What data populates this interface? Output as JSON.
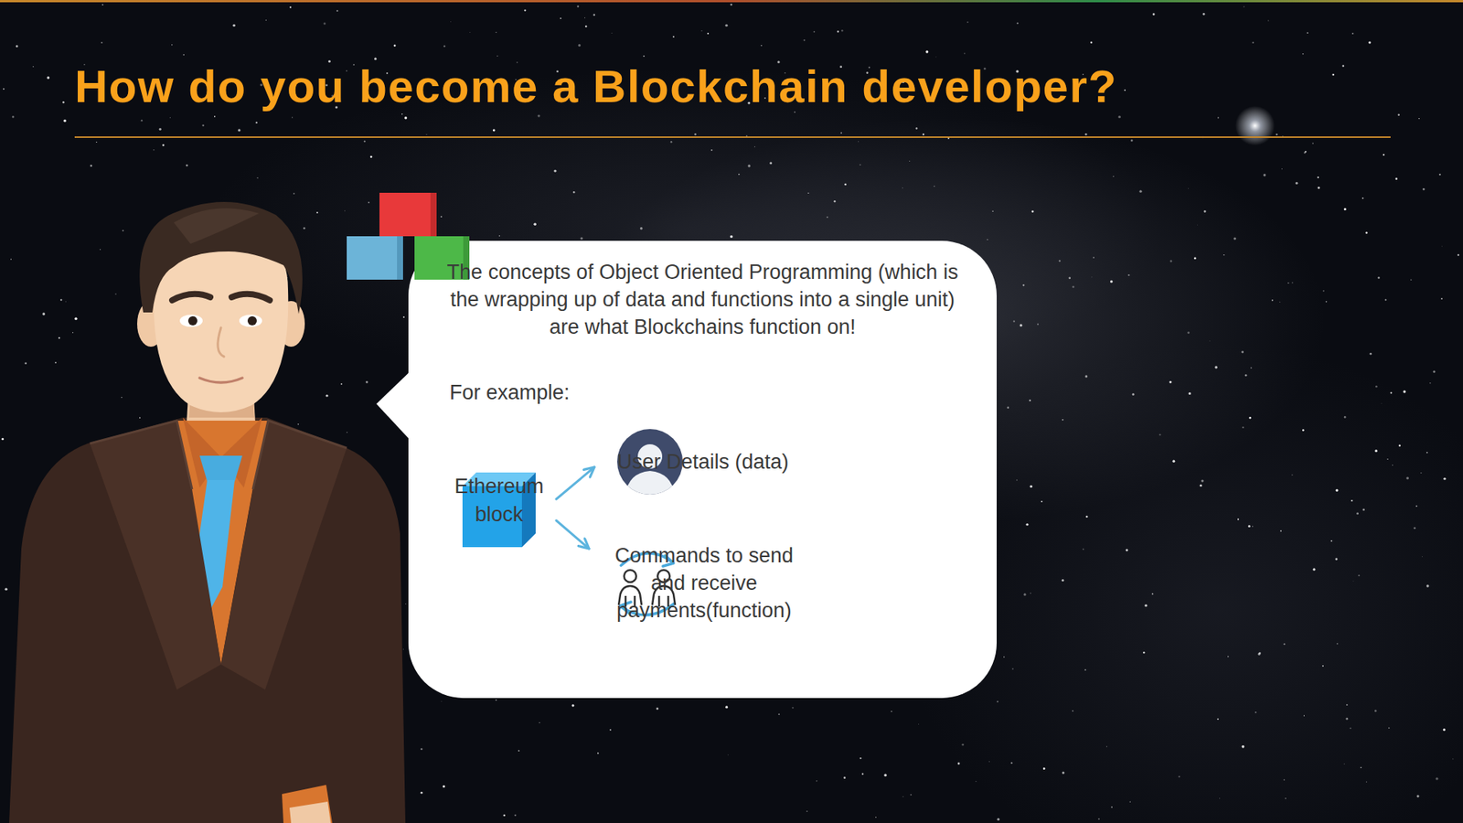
{
  "diagram": {
    "title": "How do you become a Blockchain developer?",
    "nodes": [
      {
        "text": [
          "The concepts of Object Oriented Programming (which is the wrapping up of data and functions into a single unit) are what Blockchains function on!",
          "For example:"
        ]
      },
      {
        "text": [
          "Ethereum block"
        ],
        "in": 0
      },
      {
        "text": [
          "User Details (data)"
        ],
        "in": 0
      },
      {
        "text": [
          "Commands to send and receive payments(function)"
        ],
        "in": 0
      }
    ],
    "edges": [
      {
        "from": 1,
        "to": 2,
        "arrow": "to"
      },
      {
        "from": 1,
        "to": 3,
        "arrow": "to"
      }
    ]
  }
}
